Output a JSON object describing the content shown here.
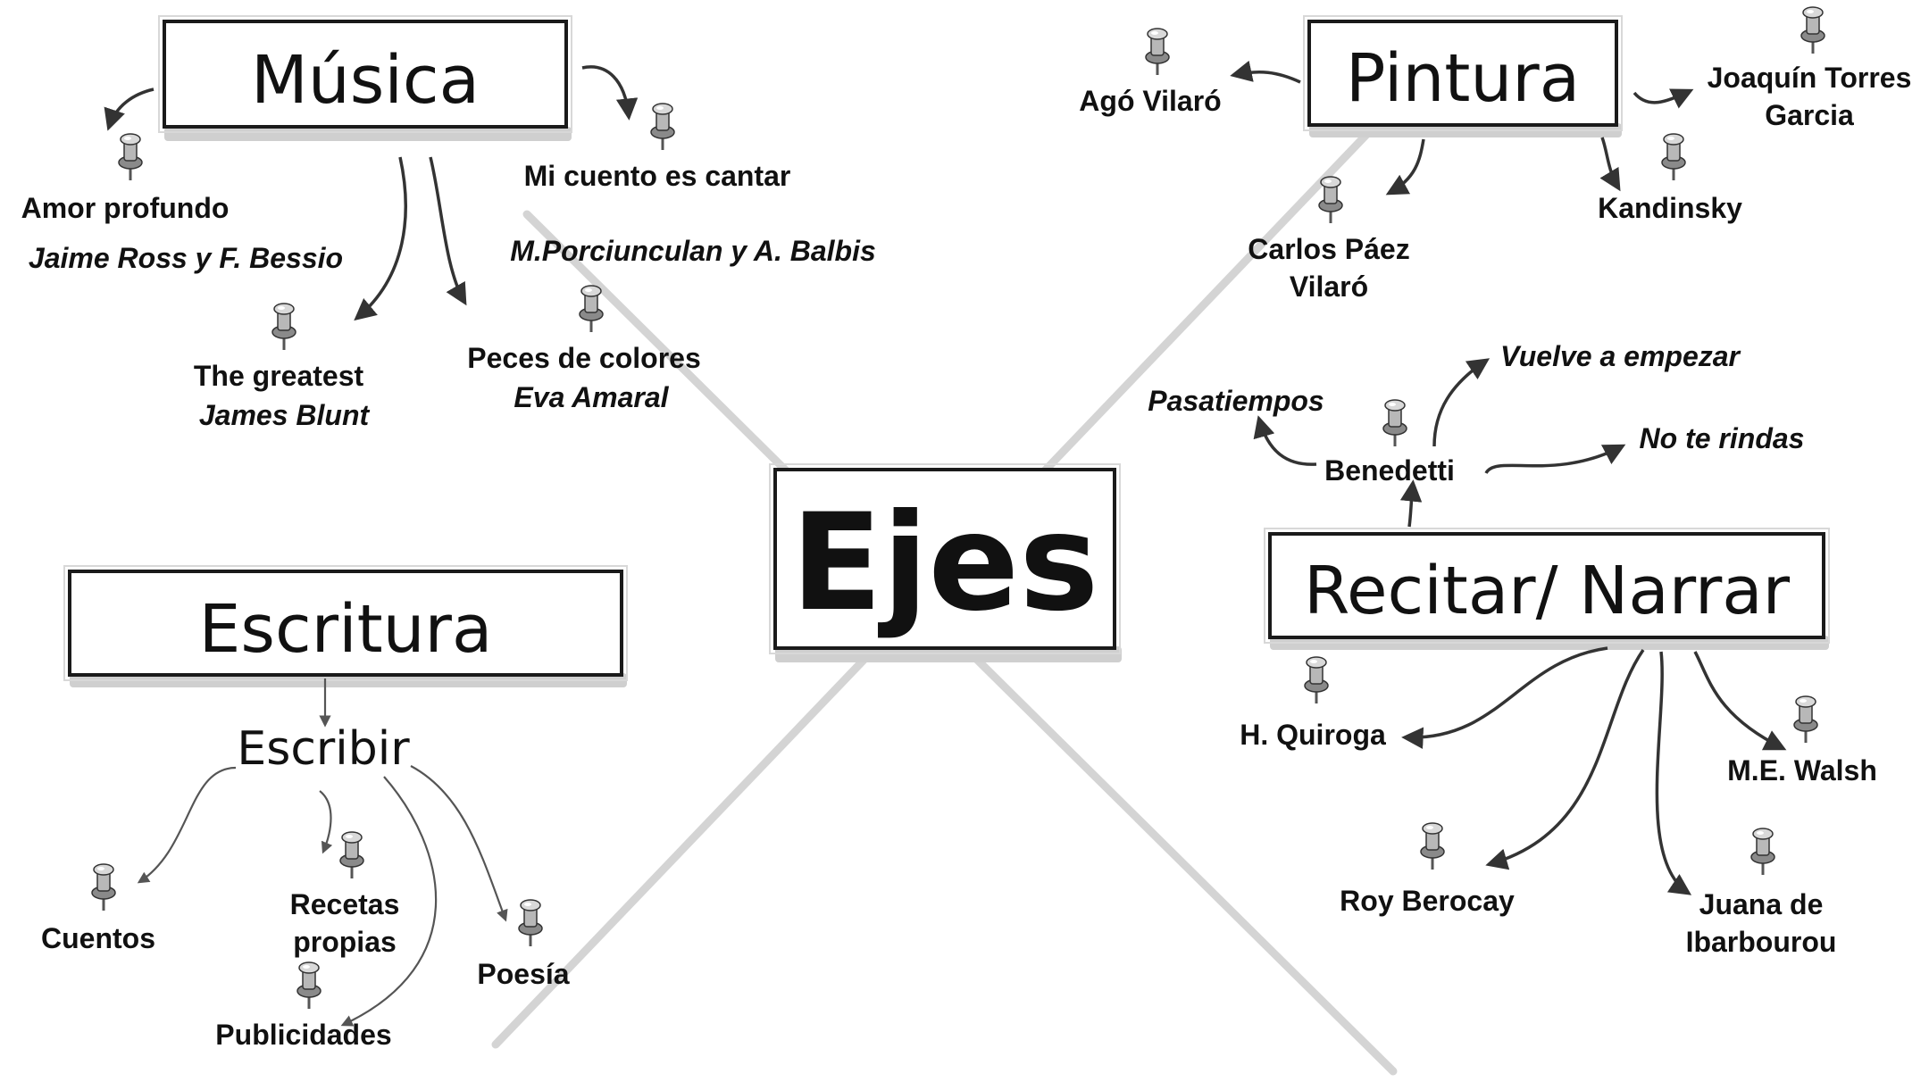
{
  "center": {
    "title": "Ejes"
  },
  "musica": {
    "title": "Música",
    "items": {
      "amor_title": "Amor profundo",
      "amor_author": "Jaime Ross y F. Bessio",
      "cuento_title": "Mi cuento es cantar",
      "cuento_author": "M.Porciunculan y A. Balbis",
      "greatest_title": "The greatest",
      "greatest_author": "James Blunt",
      "peces_title": "Peces de colores",
      "peces_author": "Eva Amaral"
    }
  },
  "pintura": {
    "title": "Pintura",
    "items": {
      "ago": "Agó  Vilaró",
      "joaquin_1": "Joaquín Torres",
      "joaquin_2": "Garcia",
      "kandinsky": "Kandinsky",
      "carlos_1": "Carlos Páez",
      "carlos_2": "Vilaró"
    }
  },
  "escritura": {
    "title": "Escritura",
    "sub": "Escribir",
    "items": {
      "cuentos": "Cuentos",
      "recetas_1": "Recetas",
      "recetas_2": "propias",
      "publicidades": "Publicidades",
      "poesia": "Poesía"
    }
  },
  "recitar": {
    "title": "Recitar/ Narrar",
    "items": {
      "benedetti": "Benedetti",
      "pasatiempos": "Pasatiempos",
      "vuelve": "Vuelve a empezar",
      "no_te_rindas": "No te rindas",
      "quiroga": "H. Quiroga",
      "walsh": "M.E. Walsh",
      "roy": "Roy Berocay",
      "juana_1": "Juana de",
      "juana_2": "Ibarbourou"
    }
  },
  "icons": {
    "pin": "pushpin-icon"
  }
}
